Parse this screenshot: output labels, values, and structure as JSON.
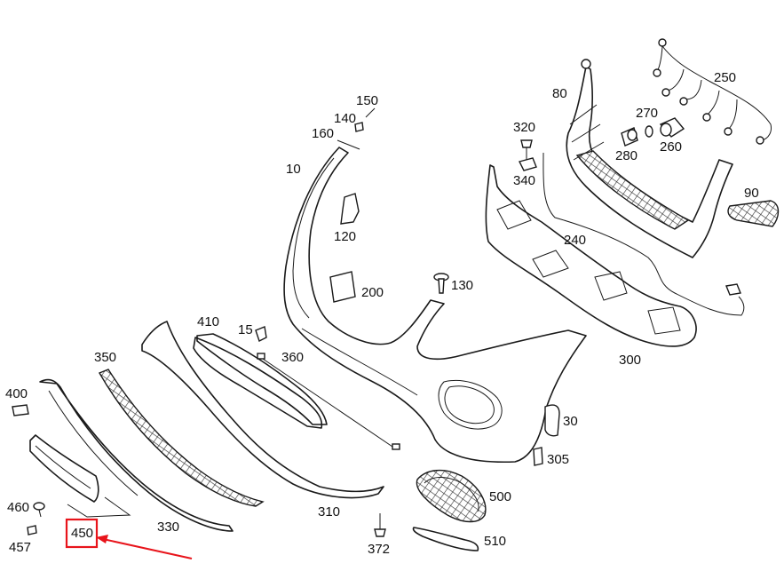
{
  "labels": {
    "p10": "10",
    "p15": "15",
    "p30": "30",
    "p80": "80",
    "p90": "90",
    "p120": "120",
    "p130": "130",
    "p140": "140",
    "p150": "150",
    "p160": "160",
    "p200": "200",
    "p240": "240",
    "p250": "250",
    "p260": "260",
    "p270": "270",
    "p280": "280",
    "p300": "300",
    "p305": "305",
    "p310": "310",
    "p320": "320",
    "p330": "330",
    "p340": "340",
    "p350": "350",
    "p360": "360",
    "p372": "372",
    "p400": "400",
    "p410": "410",
    "p450": "450",
    "p457": "457",
    "p460": "460",
    "p500": "500",
    "p510": "510"
  },
  "highlight": {
    "part": "450",
    "color": "#e8141b"
  }
}
